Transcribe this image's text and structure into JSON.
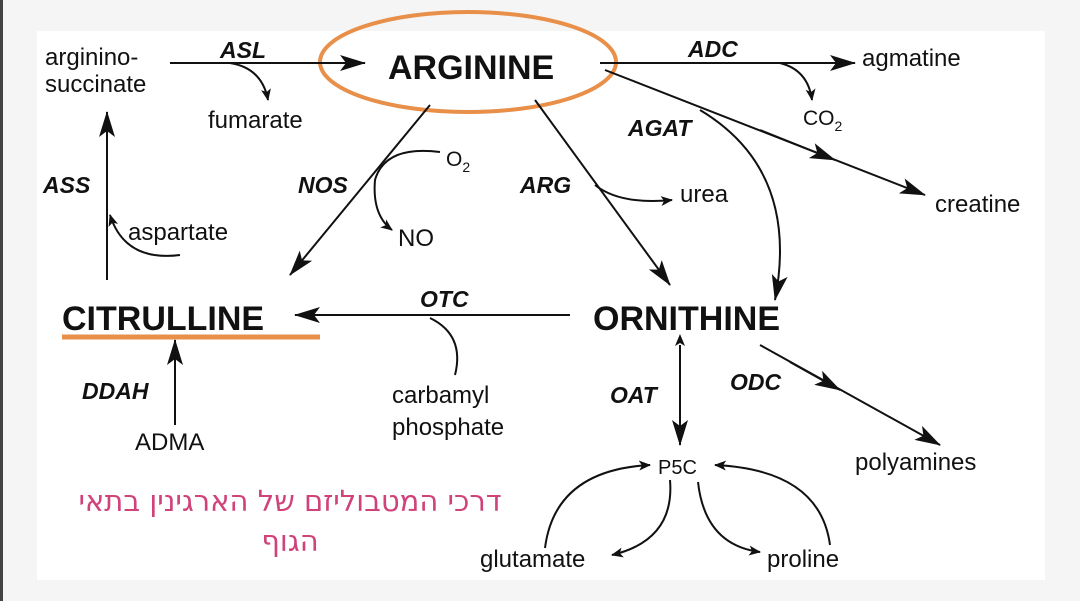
{
  "title_hebrew": {
    "line1": "דרכי המטבוליזם של הארגינין בתאי",
    "line2": "הגוף"
  },
  "nodes": {
    "arginine": "ARGININE",
    "citrulline": "CITRULLINE",
    "ornithine": "ORNITHINE",
    "argininosuccinate_1": "arginino-",
    "argininosuccinate_2": "succinate",
    "fumarate": "fumarate",
    "agmatine": "agmatine",
    "co2_main": "CO",
    "co2_sub": "2",
    "creatine": "creatine",
    "o2_main": "O",
    "o2_sub": "2",
    "no": "NO",
    "urea": "urea",
    "aspartate": "aspartate",
    "carbamyl": "carbamyl",
    "phosphate": "phosphate",
    "adma": "ADMA",
    "p5c": "P5C",
    "polyamines": "polyamines",
    "glutamate": "glutamate",
    "proline": "proline"
  },
  "enzymes": {
    "asl": "ASL",
    "adc": "ADC",
    "agat": "AGAT",
    "nos": "NOS",
    "arg": "ARG",
    "ass": "ASS",
    "otc": "OTC",
    "ddah": "DDAH",
    "oat": "OAT",
    "odc": "ODC"
  },
  "colors": {
    "highlight": "#e8904a",
    "hebrew_text": "#d0427a"
  }
}
